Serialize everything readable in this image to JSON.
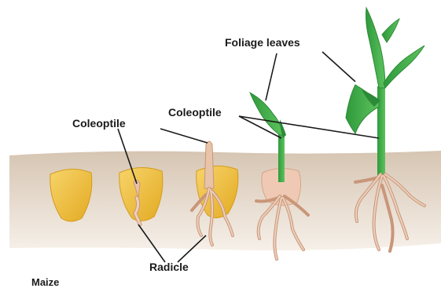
{
  "labels": {
    "foliage_leaves": "Foliage leaves",
    "coleoptile_left": "Coleoptile",
    "coleoptile_right": "Coleoptile",
    "radicle": "Radicle",
    "caption": "Maize"
  },
  "colors": {
    "soil_top": "#d8c8b6",
    "soil_bottom": "#f3ebe2",
    "kernel": "#f2c23d",
    "kernel_dark": "#d9a21c",
    "root": "#e4b89c",
    "root_stroke": "#c9967a",
    "leaf": "#3fae4a",
    "leaf_dark": "#2c8a38",
    "line": "#1a1a1a"
  },
  "stages": [
    {
      "stage": 1,
      "shows": "kernel"
    },
    {
      "stage": 2,
      "shows": "kernel, radicle, coleoptile"
    },
    {
      "stage": 3,
      "shows": "kernel, coleoptile, roots"
    },
    {
      "stage": 4,
      "shows": "seedling with coleoptile and foliage leaf"
    },
    {
      "stage": 5,
      "shows": "seedling with multiple foliage leaves"
    }
  ]
}
